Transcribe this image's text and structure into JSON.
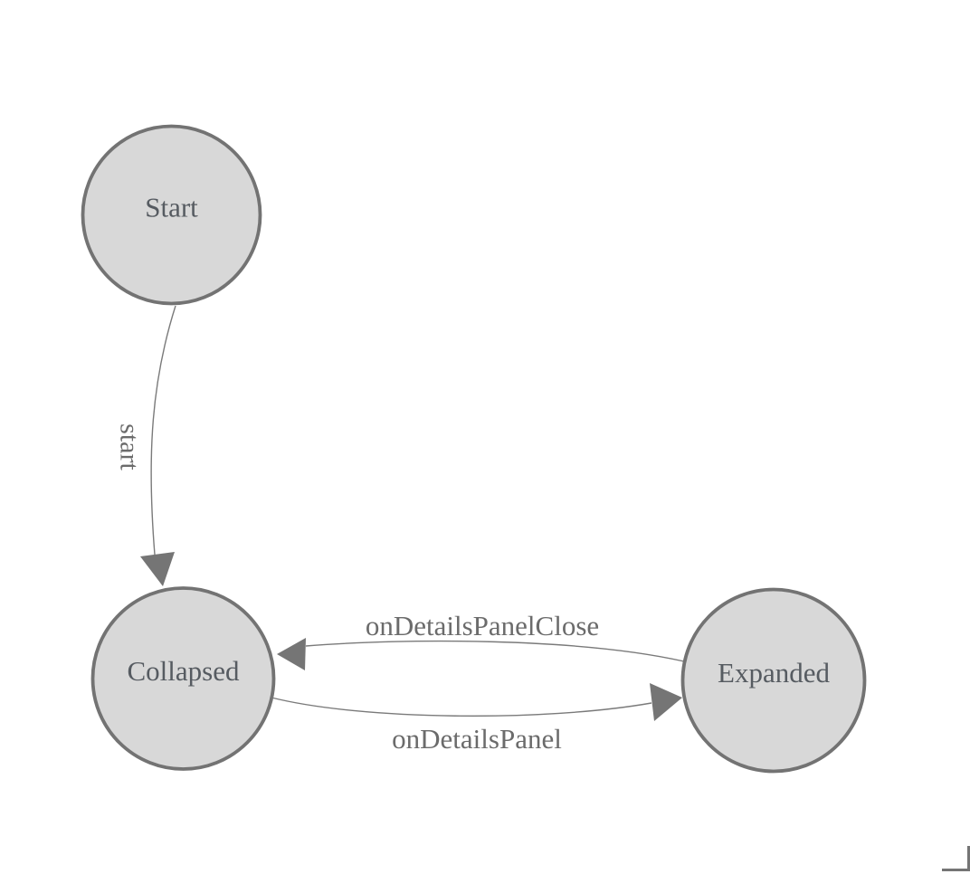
{
  "diagram": {
    "type": "state-machine-diagram",
    "background_color": "#ffffff",
    "colors": {
      "node_fill": "#d8d8d8",
      "node_stroke": "#737373",
      "node_text": "#565b61",
      "edge_line": "#7a7a7a",
      "edge_arrowhead": "#757575",
      "edge_text": "#6b6b6b",
      "corner_mark": "#757575"
    },
    "nodes": [
      {
        "id": "start",
        "label": "Start"
      },
      {
        "id": "collapsed",
        "label": "Collapsed"
      },
      {
        "id": "expanded",
        "label": "Expanded"
      }
    ],
    "edges": [
      {
        "from": "Start",
        "to": "Collapsed",
        "label": "start"
      },
      {
        "from": "Collapsed",
        "to": "Expanded",
        "label": "onDetailsPanel"
      },
      {
        "from": "Expanded",
        "to": "Collapsed",
        "label": "onDetailsPanelClose"
      }
    ],
    "icons": {
      "arrowhead": "solid-gray-triangle",
      "resize_corner": "l-shaped-corner-mark"
    }
  }
}
